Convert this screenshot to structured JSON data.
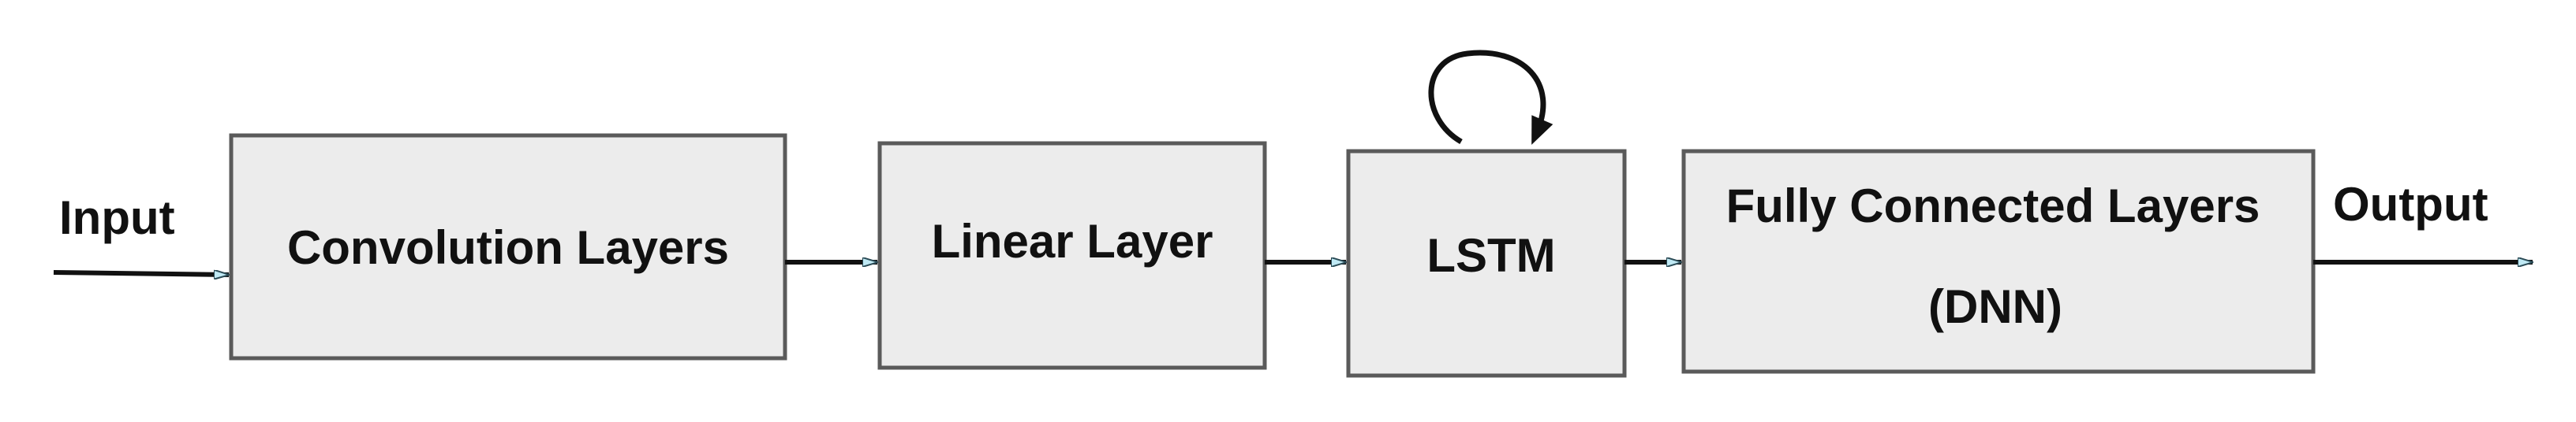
{
  "input_label": "Input",
  "output_label": "Output",
  "blocks": {
    "convolution": "Convolution Layers",
    "linear": "Linear Layer",
    "lstm": "LSTM",
    "dnn_line1": "Fully Connected Layers",
    "dnn_line2": "(DNN)"
  },
  "colors": {
    "box_fill": "#ececec",
    "box_stroke": "#5a5a5a",
    "line": "#111111",
    "arrowhead": "#bfe9f4"
  },
  "flow": [
    "Input",
    "Convolution Layers",
    "Linear Layer",
    "LSTM",
    "Fully Connected Layers (DNN)",
    "Output"
  ],
  "lstm_self_loop": true
}
